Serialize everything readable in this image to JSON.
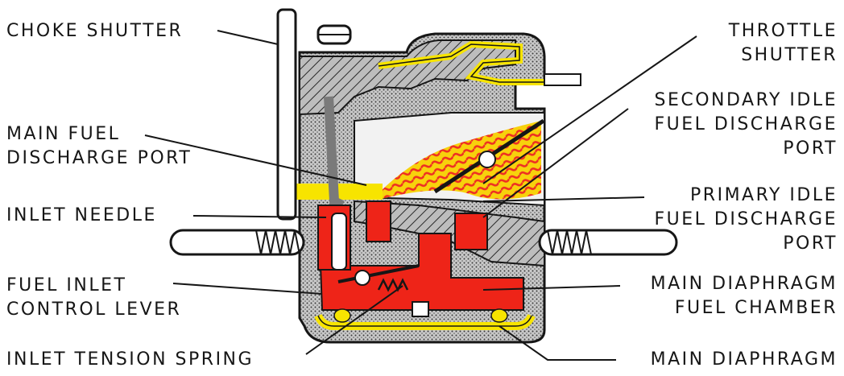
{
  "colors": {
    "fuel_red": "#ee2418",
    "fuel_yellow": "#f7e400",
    "body_gray": "#b7b7b7",
    "ink": "#161616"
  },
  "labels": {
    "choke_shutter": [
      "CHOKE SHUTTER"
    ],
    "main_fuel_discharge_port": [
      "MAIN FUEL",
      "DISCHARGE PORT"
    ],
    "inlet_needle": [
      "INLET NEEDLE"
    ],
    "fuel_inlet_control_lever": [
      "FUEL INLET",
      "CONTROL LEVER"
    ],
    "inlet_tension_spring": [
      "INLET TENSION SPRING"
    ],
    "throttle_shutter": [
      "THROTTLE",
      "SHUTTER"
    ],
    "secondary_idle_fuel_discharge_port": [
      "SECONDARY IDLE",
      "FUEL DISCHARGE",
      "PORT"
    ],
    "primary_idle_fuel_discharge_port": [
      "PRIMARY IDLE",
      "FUEL DISCHARGE",
      "PORT"
    ],
    "main_diaphragm_fuel_chamber": [
      "MAIN DIAPHRAGM",
      "FUEL CHAMBER"
    ],
    "main_diaphragm": [
      "MAIN DIAPHRAGM"
    ]
  }
}
